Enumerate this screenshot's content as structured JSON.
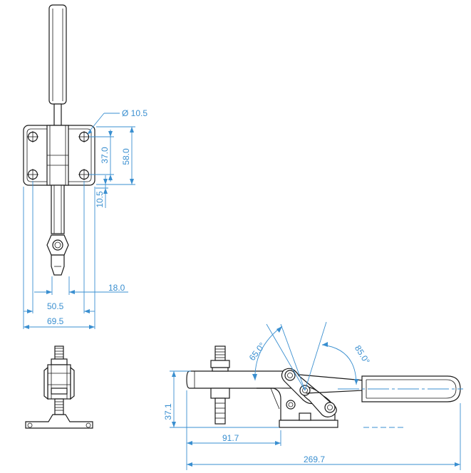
{
  "colors": {
    "dimension": "#3a8fd0",
    "outline": "#1a1a1a",
    "background": "#ffffff"
  },
  "dimensions": {
    "hole_diameter": "Ø 10.5",
    "hole_spacing_v": "37.0",
    "plate_height": "58.0",
    "edge_offset": "10.5",
    "spindle_offset": "18.0",
    "hole_spacing_h": "50.5",
    "plate_width": "69.5",
    "handle_angle_open": "65.0°",
    "handle_angle_closed": "85.0°",
    "height": "37.1",
    "spindle_reach": "91.7",
    "overall_length": "269.7"
  }
}
